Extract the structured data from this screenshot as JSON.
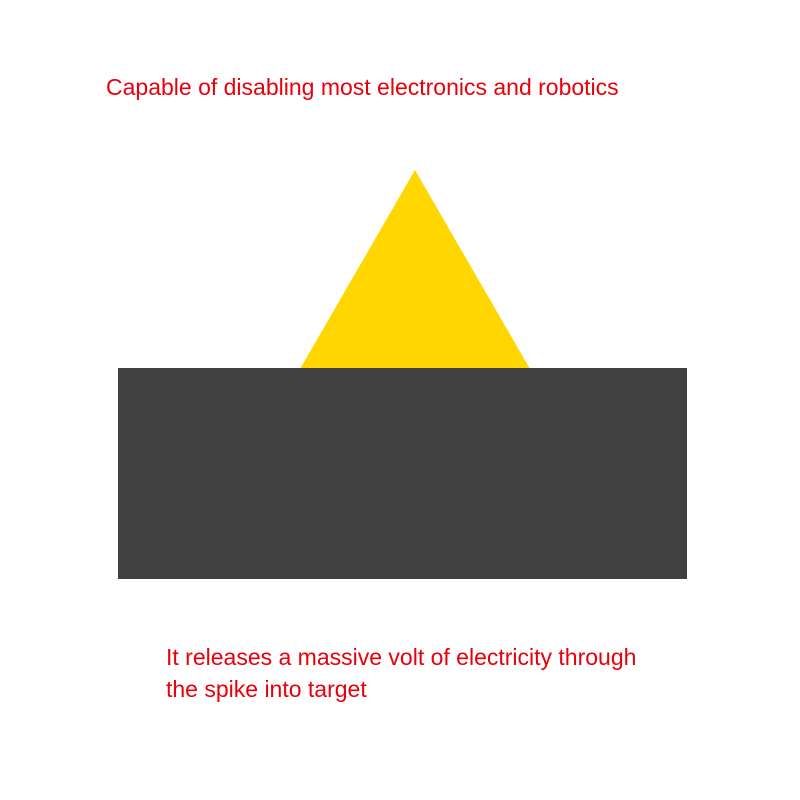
{
  "colors": {
    "background": "#ffffff",
    "text": "#e8000b",
    "spike": "#ffd600",
    "body": "#404040"
  },
  "captions": {
    "top": "Capable of disabling most electronics and robotics",
    "bottom_line1": "It releases a massive volt of electricity through",
    "bottom_line2": "the spike into target"
  }
}
